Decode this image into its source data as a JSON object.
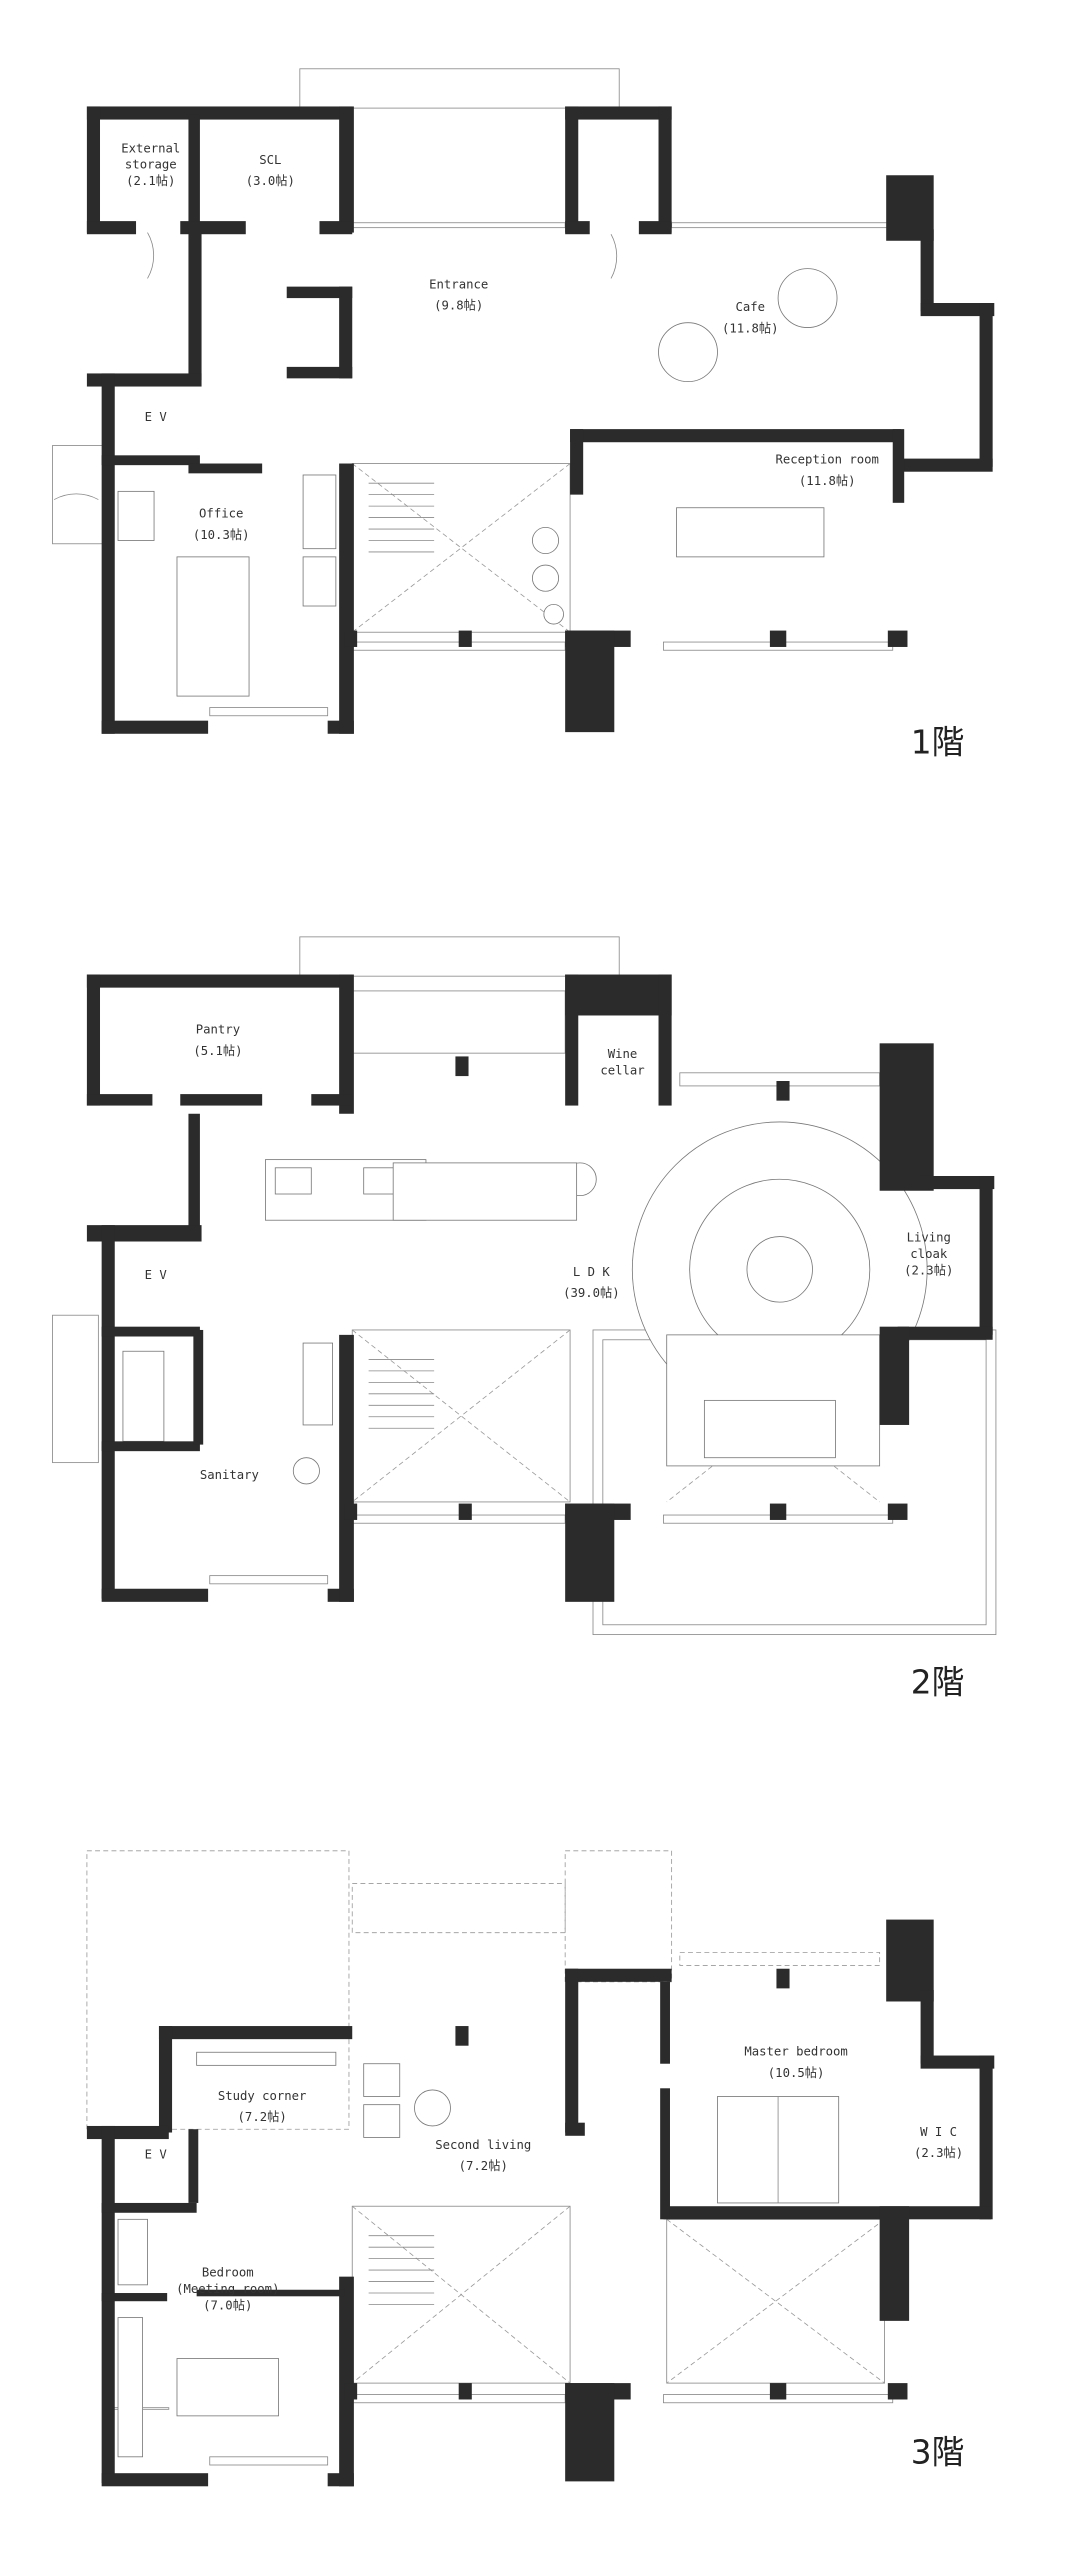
{
  "floors": [
    {
      "label": "1階",
      "rooms": [
        {
          "lines": [
            "External",
            "storage"
          ],
          "area": "(2.1帖)"
        },
        {
          "lines": [
            "SCL"
          ],
          "area": "(3.0帖)"
        },
        {
          "lines": [
            "Entrance"
          ],
          "area": "(9.8帖)"
        },
        {
          "lines": [
            "Cafe"
          ],
          "area": "(11.8帖)"
        },
        {
          "lines": [
            "E V"
          ],
          "area": ""
        },
        {
          "lines": [
            "Office"
          ],
          "area": "(10.3帖)"
        },
        {
          "lines": [
            "Reception  room"
          ],
          "area": "(11.8帖)"
        }
      ]
    },
    {
      "label": "2階",
      "rooms": [
        {
          "lines": [
            "Pantry"
          ],
          "area": "(5.1帖)"
        },
        {
          "lines": [
            "Wine",
            "cellar"
          ],
          "area": ""
        },
        {
          "lines": [
            "E V"
          ],
          "area": ""
        },
        {
          "lines": [
            "L D K"
          ],
          "area": "(39.0帖)"
        },
        {
          "lines": [
            "Living",
            "cloak"
          ],
          "area": "(2.3帖)"
        },
        {
          "lines": [
            "Sanitary"
          ],
          "area": ""
        }
      ]
    },
    {
      "label": "3階",
      "rooms": [
        {
          "lines": [
            "Study  corner"
          ],
          "area": "(7.2帖)"
        },
        {
          "lines": [
            "E V"
          ],
          "area": ""
        },
        {
          "lines": [
            "Second  living"
          ],
          "area": "(7.2帖)"
        },
        {
          "lines": [
            "Master bedroom"
          ],
          "area": "(10.5帖)"
        },
        {
          "lines": [
            "W I C"
          ],
          "area": "(2.3帖)"
        },
        {
          "lines": [
            "Bedroom",
            "(Meeting  room)"
          ],
          "area": "(7.0帖)"
        }
      ]
    }
  ],
  "colors": {
    "wall": "#2b2b2b",
    "line": "#888888"
  }
}
